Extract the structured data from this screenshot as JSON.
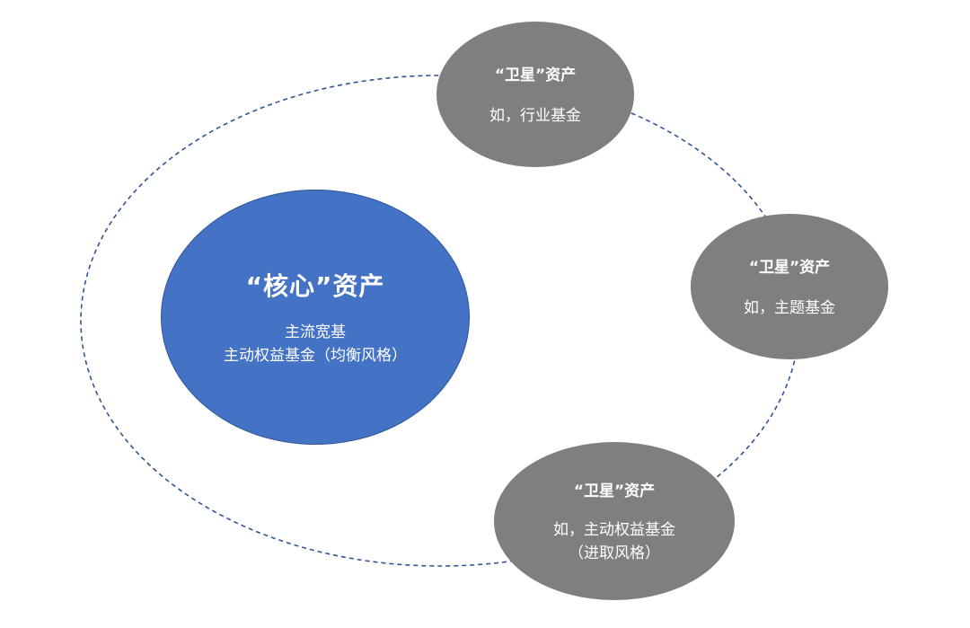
{
  "colors": {
    "core_fill": "#4472c4",
    "satellite_fill": "#7f7f7f",
    "orbit_stroke": "#2f5597",
    "text": "#ffffff"
  },
  "core": {
    "title": "“核心”资产",
    "line1": "主流宽基",
    "line2": "主动权益基金（均衡风格）"
  },
  "satellites": [
    {
      "title": "“卫星”资产",
      "line1": "如，行业基金",
      "line2": ""
    },
    {
      "title": "“卫星”资产",
      "line1": "如，主题基金",
      "line2": ""
    },
    {
      "title": "“卫星”资产",
      "line1": "如，主动权益基金",
      "line2": "（进取风格）"
    }
  ]
}
